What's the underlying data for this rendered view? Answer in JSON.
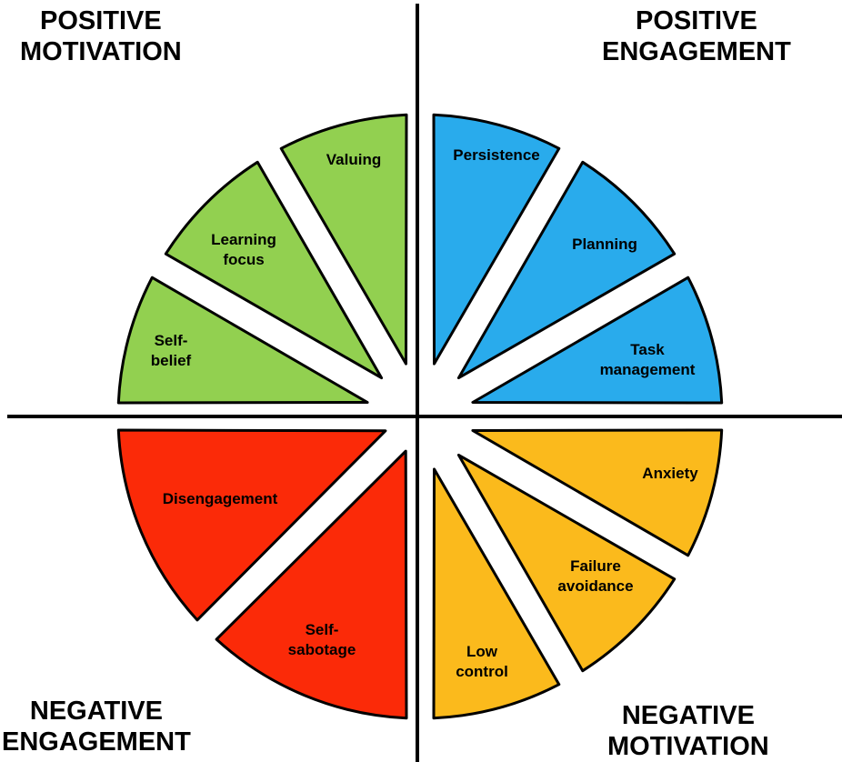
{
  "quadrants": {
    "top_left": {
      "line1": "POSITIVE",
      "line2": "MOTIVATION"
    },
    "top_right": {
      "line1": "POSITIVE",
      "line2": "ENGAGEMENT"
    },
    "bottom_left": {
      "line1": "NEGATIVE",
      "line2": "ENGAGEMENT"
    },
    "bottom_right": {
      "line1": "NEGATIVE",
      "line2": "MOTIVATION"
    }
  },
  "segments": {
    "valuing": {
      "line1": "Valuing",
      "line2": ""
    },
    "learning_focus": {
      "line1": "Learning",
      "line2": "focus"
    },
    "self_belief": {
      "line1": "Self-",
      "line2": "belief"
    },
    "persistence": {
      "line1": "Persistence",
      "line2": ""
    },
    "planning": {
      "line1": "Planning",
      "line2": ""
    },
    "task_management": {
      "line1": "Task",
      "line2": "management"
    },
    "anxiety": {
      "line1": "Anxiety",
      "line2": ""
    },
    "failure_avoidance": {
      "line1": "Failure",
      "line2": "avoidance"
    },
    "low_control": {
      "line1": "Low",
      "line2": "control"
    },
    "self_sabotage": {
      "line1": "Self-",
      "line2": "sabotage"
    },
    "disengagement": {
      "line1": "Disengagement",
      "line2": ""
    }
  },
  "colors": {
    "positive_motivation": "#92D050",
    "positive_engagement": "#29ABEC",
    "negative_motivation": "#FBBA1C",
    "negative_engagement": "#FB2A08",
    "outline": "#000000"
  }
}
